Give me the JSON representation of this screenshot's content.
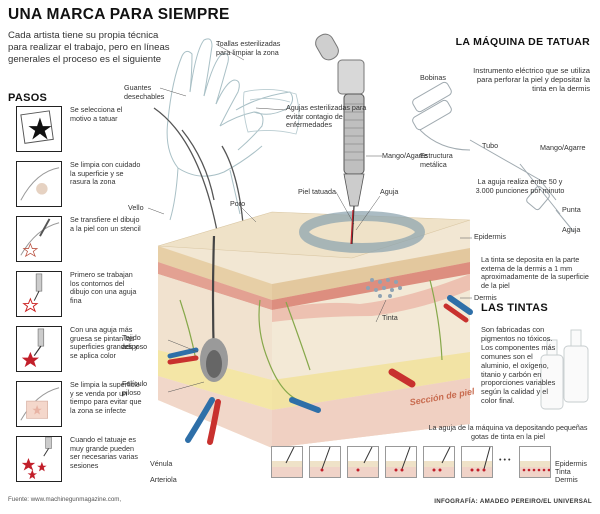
{
  "header": {
    "title": "UNA MARCA PARA SIEMPRE",
    "intro": "Cada artista tiene su propia técnica para realizar el trabajo, pero en líneas generales el proceso es el siguiente"
  },
  "steps": {
    "heading": "PASOS",
    "items": [
      {
        "text": "Se selecciona el motivo a tatuar",
        "icon": "star-icon"
      },
      {
        "text": "Se limpia con cuidado la superficie y se rasura la zona",
        "icon": "skin-patch-icon"
      },
      {
        "text": "Se transfiere el dibujo a la piel con un stencil",
        "icon": "stencil-icon"
      },
      {
        "text": "Primero se trabajan los contornos del dibujo con una aguja fina",
        "icon": "needle-outline-icon"
      },
      {
        "text": "Con una aguja más gruesa se pintan las superficies grandes y se aplica color",
        "icon": "needle-fill-icon"
      },
      {
        "text": "Se limpia la superficie y se venda por un tiempo para evitar que la zona se infecte",
        "icon": "bandage-icon"
      },
      {
        "text": "Cuando el tatuaje es muy grande pueden ser necesarias varias sesiones",
        "icon": "multi-star-icon"
      }
    ]
  },
  "labels": {
    "guantes": "Guantes desechables",
    "toallas": "Toallas esterilizadas para limpiar la zona",
    "agujas": "Agujas esterilizadas para evitar contagio de enfermedades",
    "mango": "Mango/Agarre",
    "vello": "Vello",
    "poro": "Poro",
    "piel_tatuada": "Piel tatuada",
    "aguja": "Aguja",
    "epidermis": "Epidermis",
    "dermis": "Dermis",
    "tinta": "Tinta",
    "tejido": "Tejido adiposo",
    "foliculo": "Folículo piloso",
    "venula": "Vénula",
    "arteriola": "Arteriola",
    "seccion": "Sección de piel",
    "tinta_desc": "La tinta se deposita en la parte externa de la dermis a 1 mm aproximadamente de la superficie de la piel"
  },
  "machine": {
    "heading": "LA MÁQUINA DE TATUAR",
    "description": "Instrumento eléctrico que se utiliza para perforar la piel y depositar la tinta en la dermis",
    "bobinas": "Bobinas",
    "tubo": "Tubo",
    "estructura": "Estructura metálica",
    "mango": "Mango/Agarre",
    "punta": "Punta",
    "aguja": "Aguja",
    "punciones": "La aguja realiza entre 50 y 3.000 punciones por minuto"
  },
  "tintas": {
    "heading": "LAS TINTAS",
    "description": "Son fabricadas con pigmentos no tóxicos. Los componentes más comunes son el aluminio, el oxígeno, titanio y carbón en proporciones variables según la calidad y el color final."
  },
  "strip": {
    "caption": "La aguja de la máquina va depositando pequeñas gotas de tinta en la piel",
    "epidermis": "Epidermis",
    "tinta": "Tinta",
    "dermis": "Dermis"
  },
  "footer": {
    "source": "Fuente: www.machinegunmagazine.com,",
    "credit": "INFOGRAFÍA: AMADEO PEREIRO/EL UNIVERSAL"
  },
  "colors": {
    "epidermis": "#efe2c8",
    "dermis": "#e9c9b0",
    "adipose": "#f4e6a6",
    "blood_red": "#c8312e",
    "vein_blue": "#2e6fa8",
    "ink": "#c21f2a",
    "lines": "#9ab0b6"
  }
}
